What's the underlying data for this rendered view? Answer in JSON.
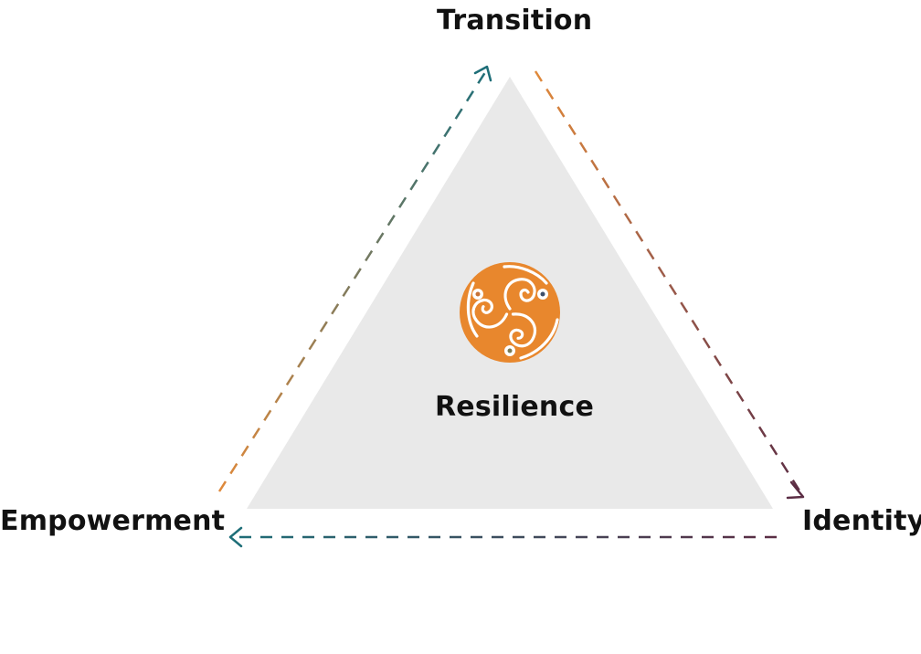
{
  "nodes": {
    "top": "Transition",
    "left": "Empowerment",
    "right": "Identity",
    "center": "Resilience"
  },
  "colors": {
    "triangle_fill": "#e9e9e9",
    "teal": "#1e6e78",
    "orange": "#e0893a",
    "plum": "#5b2d44",
    "sage": "#7d8a5a",
    "text": "#111111"
  },
  "icons": {
    "center_emblem": "triskele-spiral-icon"
  }
}
